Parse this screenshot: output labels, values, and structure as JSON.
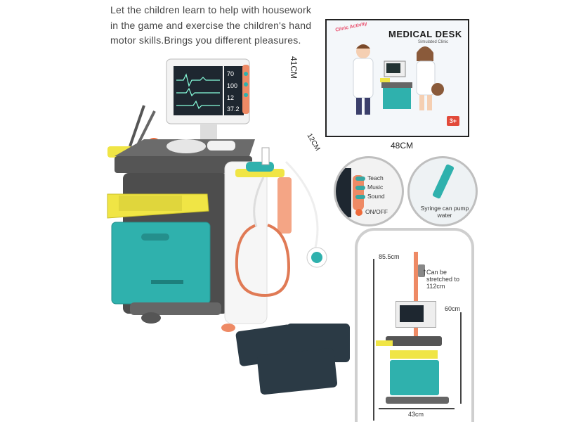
{
  "tagline": "Let the children learn to help with housework in the game and exercise the children's hand motor skills.Brings you different pleasures.",
  "package": {
    "brand": "Clinic Activity",
    "title": "MEDICAL DESK",
    "subtitle": "Simulated Clinic",
    "age": "3+",
    "height": "41CM",
    "depth": "12CM",
    "width": "48CM"
  },
  "features": {
    "teach": "Teach",
    "music": "Music",
    "sound": "Sound",
    "power": "ON/OFF",
    "syringe": "Syringe can pump water"
  },
  "monitor": {
    "values": [
      "70",
      "100",
      "12",
      "37.2"
    ]
  },
  "dimensions": {
    "max_height": "85.5cm",
    "stretch_note": "Can be stretched to 112cm",
    "body_height": "60cm",
    "width": "43cm"
  },
  "colors": {
    "teal": "#2fb1ad",
    "yellow": "#f0e545",
    "gray": "#5b5b5b",
    "coral": "#ee8a65"
  }
}
